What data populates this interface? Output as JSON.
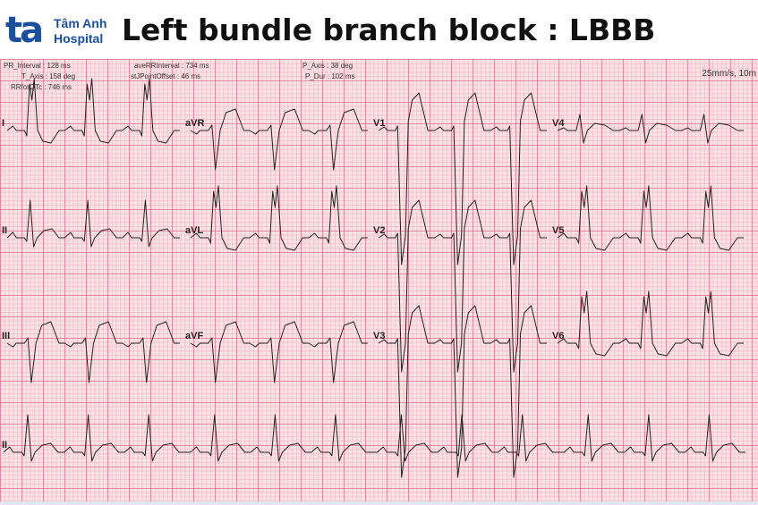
{
  "header": {
    "logo_mark": "ta",
    "logo_line1": "Tâm Anh",
    "logo_line2": "Hospital",
    "title": "Left bundle branch block : LBBB",
    "brand_color": "#1a4fa0"
  },
  "measurements": [
    {
      "text": "PR_Interval : 128 ms"
    },
    {
      "text": "T_Axis : 158 deg"
    },
    {
      "text": "RRforQTc : 746 ms"
    },
    {
      "text": "aveRRInterval : 734 ms"
    },
    {
      "text": "stJPointOffset : 46 ms"
    },
    {
      "text": "P_Axis : 38 deg"
    },
    {
      "text": "P_Dur : 102 ms"
    }
  ],
  "speed_label": "25mm/s, 10m",
  "chart_data": {
    "type": "ecg",
    "paper_speed": "25mm/s",
    "grid": true,
    "leads": [
      {
        "name": "I",
        "morphology": "broad-notched-positive"
      },
      {
        "name": "aVR",
        "morphology": "negative"
      },
      {
        "name": "V1",
        "morphology": "deep-QS"
      },
      {
        "name": "V4",
        "morphology": "small-biphasic"
      },
      {
        "name": "II",
        "morphology": "positive"
      },
      {
        "name": "aVL",
        "morphology": "broad-notched-positive"
      },
      {
        "name": "V2",
        "morphology": "deep-QS"
      },
      {
        "name": "V5",
        "morphology": "broad-notched-positive"
      },
      {
        "name": "III",
        "morphology": "negative"
      },
      {
        "name": "aVF",
        "morphology": "negative"
      },
      {
        "name": "V3",
        "morphology": "deep-QS"
      },
      {
        "name": "V6",
        "morphology": "broad-notched-positive"
      },
      {
        "name": "II",
        "morphology": "positive"
      }
    ],
    "beat_count_per_segment": 3
  }
}
